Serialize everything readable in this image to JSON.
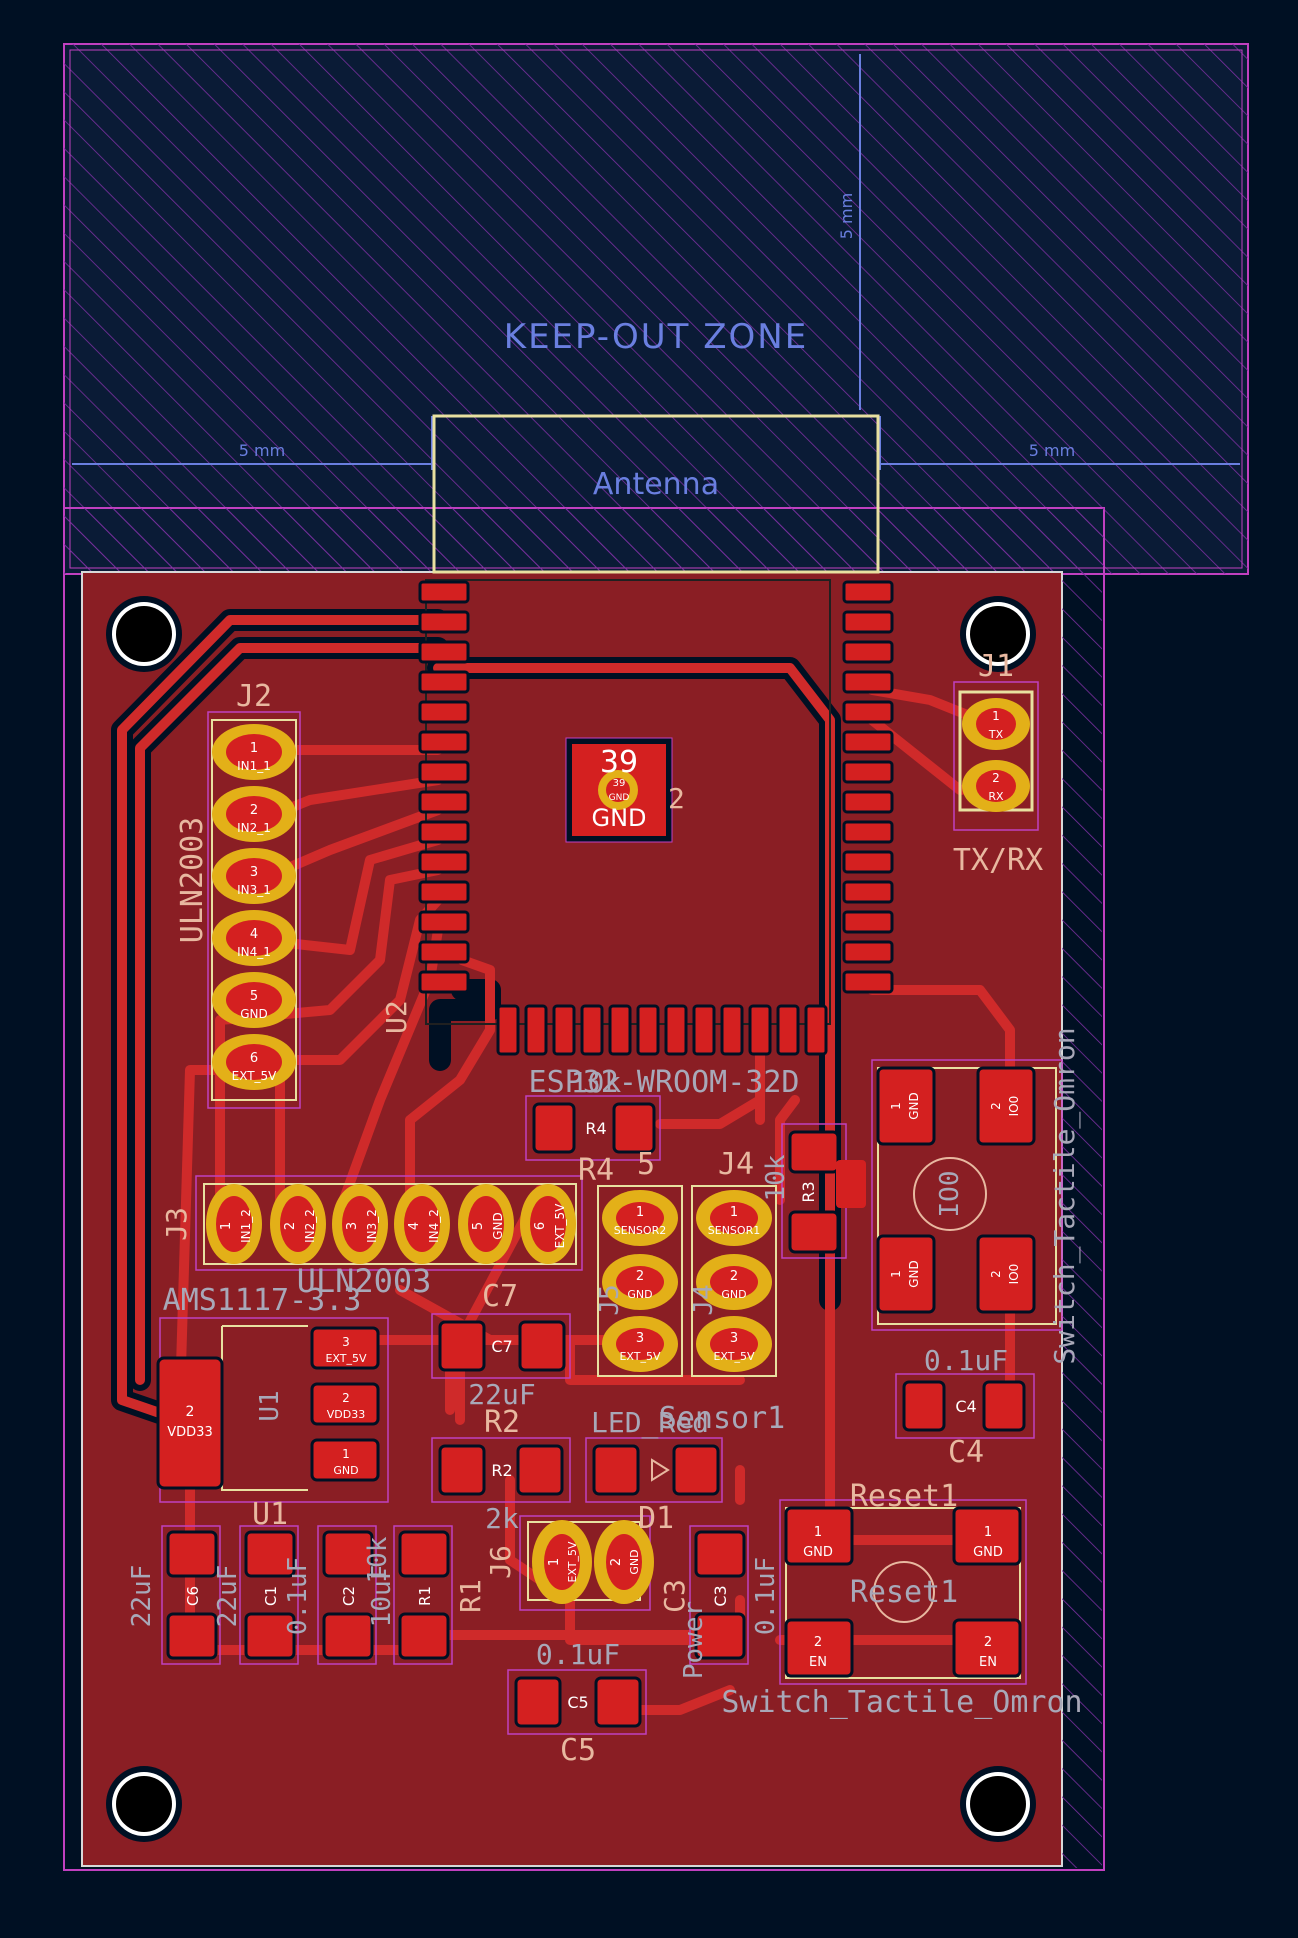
{
  "colors": {
    "background": "#001023",
    "copper_fill": "#8a1e24",
    "track": "#cf2a2a",
    "pad": "#d42020",
    "pth_pad": "#e3b018",
    "silk": "#e8b8a0",
    "keepout": "#9a3fc0",
    "fab_text": "#6a7fe0",
    "courtyard": "#c040c0"
  },
  "keepout": {
    "title": "KEEP-OUT ZONE",
    "dim_left": "5 mm",
    "dim_right": "5 mm",
    "dim_top": "5 mm",
    "antenna": "Antenna"
  },
  "esp32": {
    "ref": "U2",
    "value": "ESP32-WROOM-32D",
    "gnd_pad_num": "39",
    "gnd_pad_name": "GND",
    "gnd_pad_small": "39",
    "gnd_pad_small_name": "GND",
    "side_ref": "2"
  },
  "j1": {
    "ref": "J1",
    "value": "TX/RX",
    "pins": [
      {
        "num": "1",
        "name": "TX"
      },
      {
        "num": "2",
        "name": "RX"
      }
    ]
  },
  "j2": {
    "ref": "J2",
    "value": "ULN2003",
    "pins": [
      {
        "num": "1",
        "name": "IN1_1"
      },
      {
        "num": "2",
        "name": "IN2_1"
      },
      {
        "num": "3",
        "name": "IN3_1"
      },
      {
        "num": "4",
        "name": "IN4_1"
      },
      {
        "num": "5",
        "name": "GND"
      },
      {
        "num": "6",
        "name": "EXT_5V"
      }
    ]
  },
  "j3": {
    "ref": "J3",
    "value": "ULN2003",
    "pins": [
      {
        "num": "1",
        "name": "IN1_2"
      },
      {
        "num": "2",
        "name": "IN2_2"
      },
      {
        "num": "3",
        "name": "IN3_2"
      },
      {
        "num": "4",
        "name": "IN4_2"
      },
      {
        "num": "5",
        "name": "GND"
      },
      {
        "num": "6",
        "name": "EXT_5V"
      }
    ]
  },
  "j5": {
    "ref": "J5",
    "pins": [
      {
        "num": "1",
        "name": "SENSOR2"
      },
      {
        "num": "2",
        "name": "GND"
      },
      {
        "num": "3",
        "name": "EXT_5V"
      }
    ]
  },
  "j4": {
    "ref": "J4",
    "pins": [
      {
        "num": "1",
        "name": "SENSOR1"
      },
      {
        "num": "2",
        "name": "GND"
      },
      {
        "num": "3",
        "name": "EXT_5V"
      }
    ]
  },
  "j6": {
    "ref": "J6",
    "value": "Power",
    "pins": [
      {
        "num": "1",
        "name": "EXT_5V"
      },
      {
        "num": "2",
        "name": "GND"
      }
    ]
  },
  "u1": {
    "ref": "U1",
    "value": "AMS1117-3.3",
    "pins": [
      {
        "num": "3",
        "name": "EXT_5V"
      },
      {
        "num": "2",
        "name": "VDD33"
      },
      {
        "num": "1",
        "name": "GND"
      },
      {
        "num": "2",
        "name": "VDD33"
      }
    ]
  },
  "io0": {
    "ref": "IO0",
    "value": "Switch_Tactile_Omron",
    "pins": [
      {
        "num": "1",
        "name": "GND"
      },
      {
        "num": "2",
        "name": "IO0"
      },
      {
        "num": "1",
        "name": "GND"
      },
      {
        "num": "2",
        "name": "IO0"
      }
    ]
  },
  "reset": {
    "ref": "Reset1",
    "fab": "Reset1",
    "value": "Switch_Tactile_Omron",
    "pins": [
      {
        "num": "1",
        "name": "GND"
      },
      {
        "num": "1",
        "name": "GND"
      },
      {
        "num": "2",
        "name": "EN"
      },
      {
        "num": "2",
        "name": "EN"
      }
    ]
  },
  "labels": {
    "r4_ref": "R4",
    "r4_fab": "R4",
    "r4_val": "10k",
    "r3_fab": "R3",
    "r3_val": "10k",
    "c7_ref": "C7",
    "c7_fab": "C7",
    "c7_val": "22uF",
    "r2_ref": "R2",
    "r2_fab": "R2",
    "r2_val": "2k",
    "led_val": "LED_Red",
    "sensor1_val": "Sensor1",
    "d1_ref": "D1",
    "c4_ref": "C4",
    "c4_fab": "C4",
    "c4_val": "0.1uF",
    "c5_ref": "C5",
    "c5_fab": "C5",
    "c5_val": "0.1uF",
    "c6_fab": "C6",
    "c6_val": "22uF",
    "c1_fab": "C1",
    "c1_val": "0.1uF",
    "c2_fab": "C2",
    "c2_val": "10uF",
    "r1_fab": "R1",
    "r1_ref": "R1",
    "r1_val": "10k",
    "c3_fab": "C3",
    "c3_ref": "C3",
    "c3_val": "0.1uF",
    "u1_bottom": "U1",
    "u1_side": "U1",
    "c2x": "22uF",
    "j5_side": "J5",
    "j4_side": "J4",
    "j5_top": "5",
    "j4_top": "J4"
  }
}
